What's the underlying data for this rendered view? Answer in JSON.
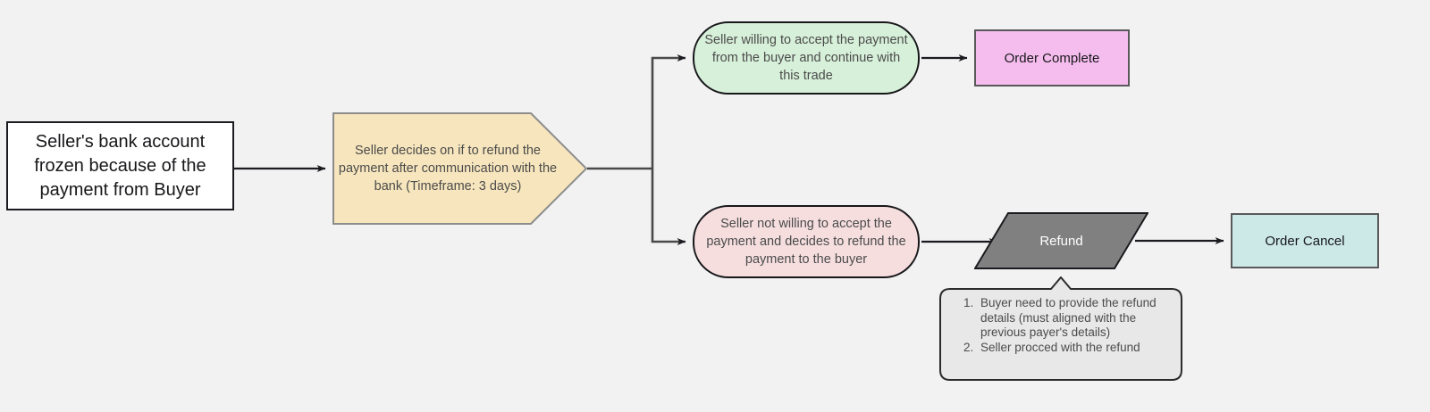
{
  "diagram": {
    "title": "Seller bank account frozen refund flow",
    "background_color": "#f2f2f3",
    "nodes": {
      "start": {
        "label": "Seller's bank account frozen because of the payment from Buyer",
        "shape": "rectangle",
        "fill": "#ffffff",
        "stroke": "#1b1b1f"
      },
      "decision": {
        "label": "Seller decides on if to refund the payment after communication with the bank (Timeframe: 3 days)",
        "shape": "arrow-pentagon",
        "fill": "#f7e6bd",
        "stroke": "#8c8c8c"
      },
      "accept": {
        "label": "Seller willing to accept the payment from the buyer and continue with this trade",
        "shape": "stadium",
        "fill": "#d7f0d9",
        "stroke": "#17171a"
      },
      "refuse": {
        "label": "Seller not willing to accept the payment and decides to refund the payment to the buyer",
        "shape": "stadium",
        "fill": "#f6dedf",
        "stroke": "#17171a"
      },
      "order_complete": {
        "label": "Order Complete",
        "shape": "rectangle",
        "fill": "#f5bdee",
        "stroke": "#59595c"
      },
      "refund": {
        "label": "Refund",
        "shape": "parallelogram",
        "fill": "#808080",
        "stroke": "#1b1b1f",
        "text_color": "#ffffff"
      },
      "order_cancel": {
        "label": "Order Cancel",
        "shape": "rectangle",
        "fill": "#cce9e8",
        "stroke": "#59595c"
      },
      "note": {
        "shape": "callout",
        "fill": "#e8e8e8",
        "stroke": "#2b2b2b",
        "items": [
          "Buyer need to provide the refund details (must aligned with the previous payer's details)",
          "Seller procced with the refund"
        ]
      }
    },
    "edges": [
      {
        "from": "start",
        "to": "decision"
      },
      {
        "from": "decision",
        "to": "accept"
      },
      {
        "from": "decision",
        "to": "refuse"
      },
      {
        "from": "accept",
        "to": "order_complete"
      },
      {
        "from": "refuse",
        "to": "refund"
      },
      {
        "from": "refund",
        "to": "order_cancel"
      },
      {
        "from": "refund",
        "to": "note",
        "style": "callout-pointer"
      }
    ]
  }
}
